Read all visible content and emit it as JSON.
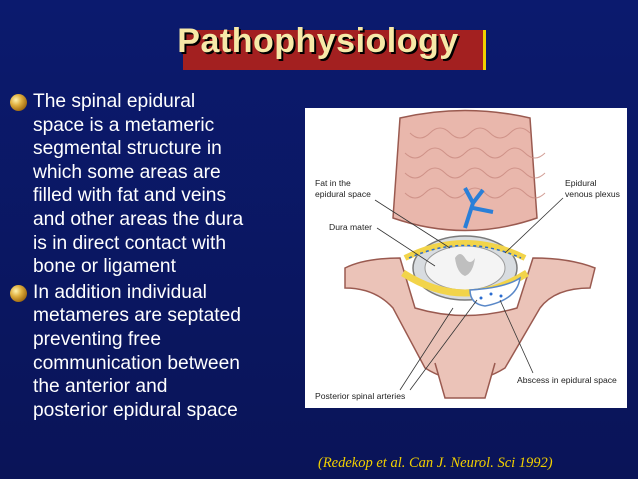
{
  "slide": {
    "title": "Pathophysiology",
    "bullets": [
      {
        "text": "The spinal epidural\nspace is a metameric\nsegmental structure in\nwhich some areas are\nfilled with fat and veins\nand other areas the dura\nis in direct contact with\nbone or ligament"
      },
      {
        "text": "In addition individual\nmetameres are septated\npreventing free\ncommunication between\nthe anterior and\nposterior epidural space"
      }
    ],
    "citation": "(Redekop  et al. Can J. Neurol. Sci 1992)"
  },
  "figure": {
    "labels": {
      "fat_line1": "Fat in the",
      "fat_line2": "epidural space",
      "dura": "Dura mater",
      "plexus_line1": "Epidural",
      "plexus_line2": "venous plexus",
      "arteries": "Posterior spinal arteries",
      "abscess": "Abscess in epidural space"
    }
  }
}
